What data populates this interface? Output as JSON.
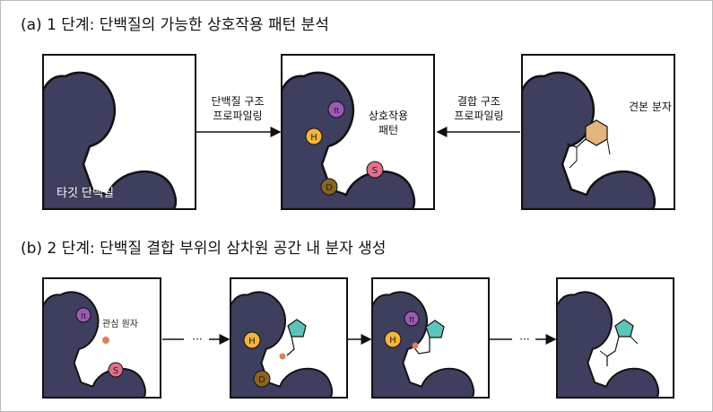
{
  "section_a": {
    "title": "(a) 1 단계: 단백질의 가능한 상호작용 패턴 분석",
    "target_protein_label": "타깃 단백질",
    "arrow1_label_line1": "단백질 구조",
    "arrow1_label_line2": "프로파일링",
    "pattern_label_line1": "상호작용",
    "pattern_label_line2": "패턴",
    "arrow2_label_line1": "결합 구조",
    "arrow2_label_line2": "프로파일링",
    "sample_molecule_label": "견본 분자"
  },
  "section_b": {
    "title": "(b) 2 단계: 단백질 결합 부위의 삼차원 공간 내 분자 생성",
    "atom_label": "관심 원자",
    "ellipsis": "···"
  },
  "residues": {
    "pi": "π",
    "h": "H",
    "s": "S",
    "d": "D"
  },
  "colors": {
    "protein": "#3e3f5e",
    "pi": "#9b59b6",
    "h": "#f4b43c",
    "s": "#e0708a",
    "d": "#8a6420",
    "hexagon": "#e2b57a",
    "pentagon": "#5cc5b8",
    "atom": "#e07e5c"
  }
}
